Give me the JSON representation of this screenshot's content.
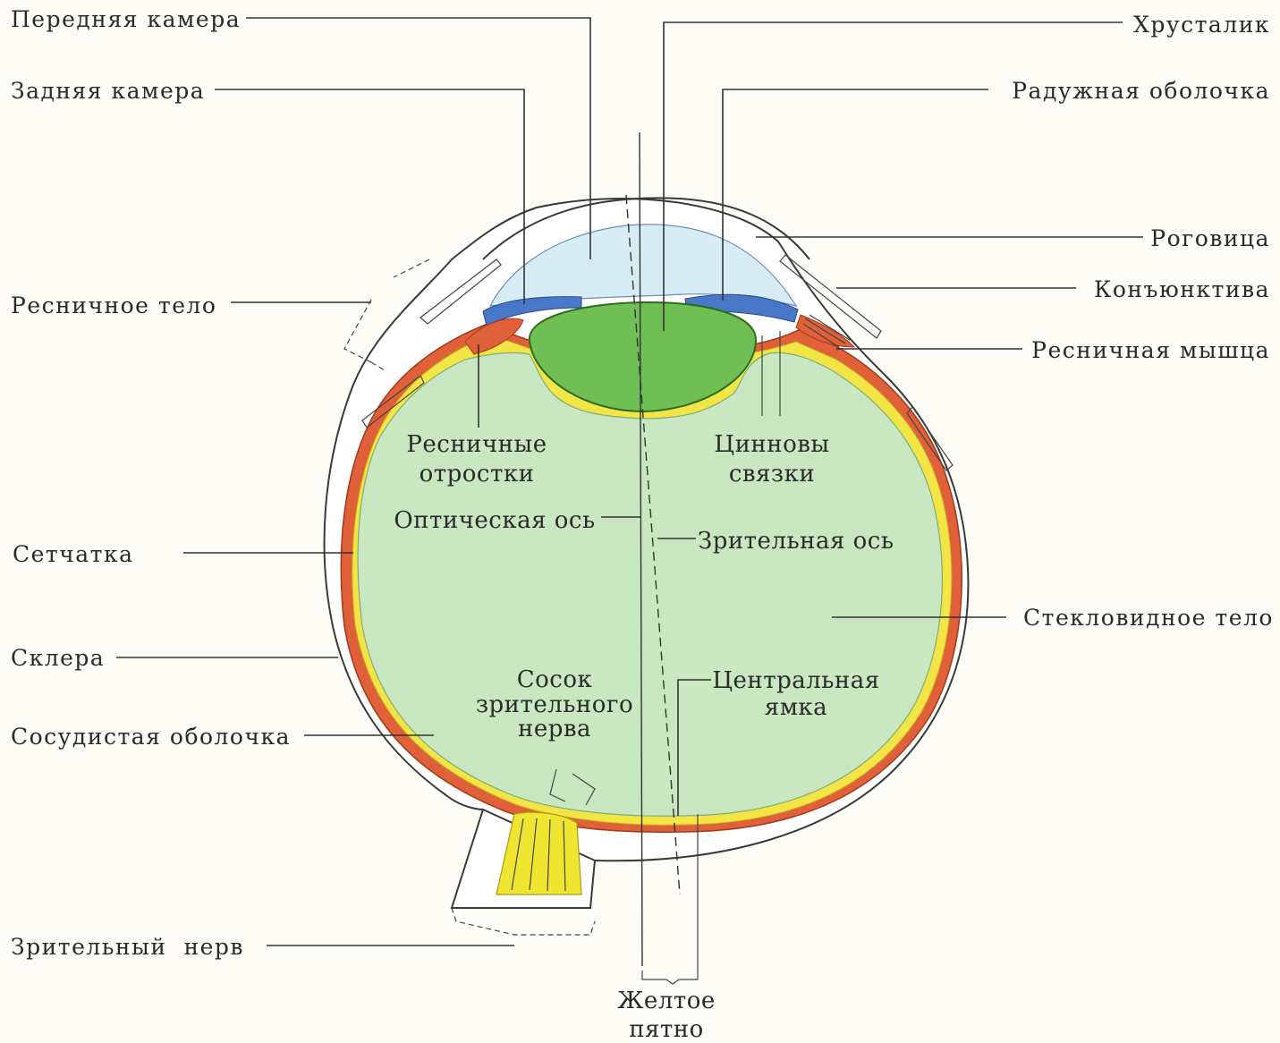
{
  "labels": {
    "anterior_chamber": "Передняя камера",
    "posterior_chamber": "Задняя камера",
    "ciliary_body": "Ресничное тело",
    "retina": "Сетчатка",
    "sclera": "Склера",
    "choroid": "Сосудистая оболочка",
    "optic_nerve": "Зрительный  нерв",
    "lens": "Хрусталик",
    "iris": "Радужная оболочка",
    "cornea": "Роговица",
    "conjunctiva": "Конъюнктива",
    "ciliary_muscle": "Ресничная мышца",
    "vitreous_body": "Стекловидное тело",
    "ciliary_processes": [
      "Ресничные",
      "отростки"
    ],
    "zonule": [
      "Цинновы",
      "связки"
    ],
    "optical_axis": "Оптическая ось",
    "visual_axis": "Зрительная ось",
    "optic_disc": [
      "Сосок",
      "зрительного",
      "нерва"
    ],
    "fovea": [
      "Центральная",
      "ямка"
    ],
    "macula": [
      "Желтое",
      "пятно"
    ]
  },
  "colors": {
    "background": "#fdfcf6",
    "vitreous": "#c9e8c2",
    "lens": "#6fbf55",
    "anterior_chamber": "#d7ecf5",
    "iris": "#4a78c8",
    "choroid": "#e0603a",
    "retina": "#f2e545",
    "sclera": "#ffffff",
    "optic_nerve": "#f0e632"
  }
}
